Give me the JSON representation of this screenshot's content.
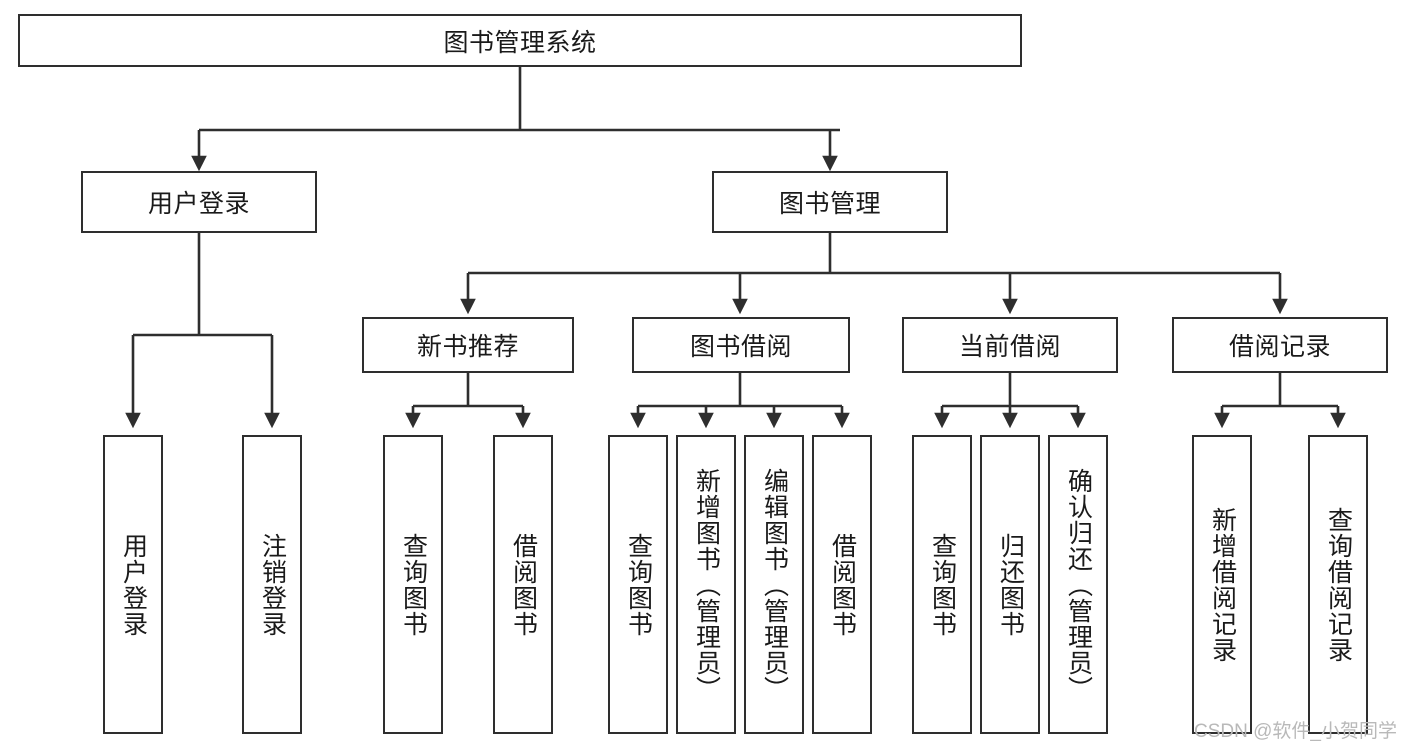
{
  "diagram": {
    "title": "图书管理系统",
    "type": "hierarchy-tree",
    "root": {
      "id": "root",
      "label": "图书管理系统"
    },
    "level2": [
      {
        "id": "user-login",
        "label": "用户登录"
      },
      {
        "id": "book-manage",
        "label": "图书管理"
      }
    ],
    "level3": [
      {
        "id": "new-book-recommend",
        "label": "新书推荐",
        "parent": "book-manage"
      },
      {
        "id": "book-borrow",
        "label": "图书借阅",
        "parent": "book-manage"
      },
      {
        "id": "current-borrow",
        "label": "当前借阅",
        "parent": "book-manage"
      },
      {
        "id": "borrow-record",
        "label": "借阅记录",
        "parent": "book-manage"
      }
    ],
    "leaves": {
      "user_login": [
        {
          "id": "leaf-user-login",
          "label": "用户登录"
        },
        {
          "id": "leaf-user-logout",
          "label": "注销登录"
        }
      ],
      "new_book_recommend": [
        {
          "id": "leaf-query-book-1",
          "label": "查询图书"
        },
        {
          "id": "leaf-borrow-book-1",
          "label": "借阅图书"
        }
      ],
      "book_borrow": [
        {
          "id": "leaf-query-book-2",
          "label": "查询图书"
        },
        {
          "id": "leaf-add-book",
          "label": "新增图书（管理员）"
        },
        {
          "id": "leaf-edit-book",
          "label": "编辑图书（管理员）"
        },
        {
          "id": "leaf-borrow-book-2",
          "label": "借阅图书"
        }
      ],
      "current_borrow": [
        {
          "id": "leaf-query-book-3",
          "label": "查询图书"
        },
        {
          "id": "leaf-return-book",
          "label": "归还图书"
        },
        {
          "id": "leaf-confirm-return",
          "label": "确认归还（管理员）"
        }
      ],
      "borrow_record": [
        {
          "id": "leaf-add-record",
          "label": "新增借阅记录"
        },
        {
          "id": "leaf-query-record",
          "label": "查询借阅记录"
        }
      ]
    }
  },
  "watermark": {
    "text": "CSDN @软件_小贺同学"
  },
  "colors": {
    "stroke": "#2e2e2e",
    "background": "#ffffff",
    "text": "#1a1a1a",
    "watermark": "#b9b9b9"
  }
}
